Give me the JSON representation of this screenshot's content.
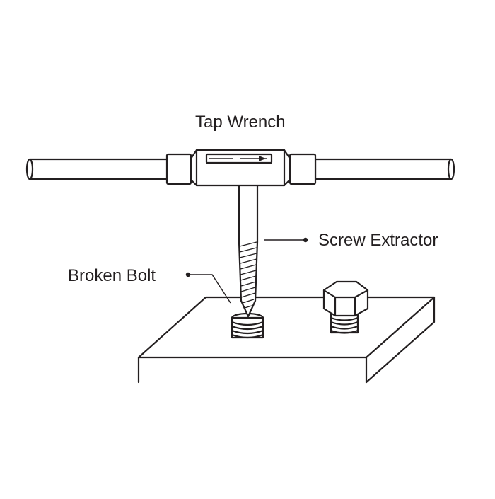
{
  "labels": {
    "tap_wrench": "Tap Wrench",
    "screw_extractor": "Screw Extractor",
    "broken_bolt": "Broken Bolt"
  },
  "colors": {
    "line": "#231f20",
    "background": "#ffffff"
  }
}
